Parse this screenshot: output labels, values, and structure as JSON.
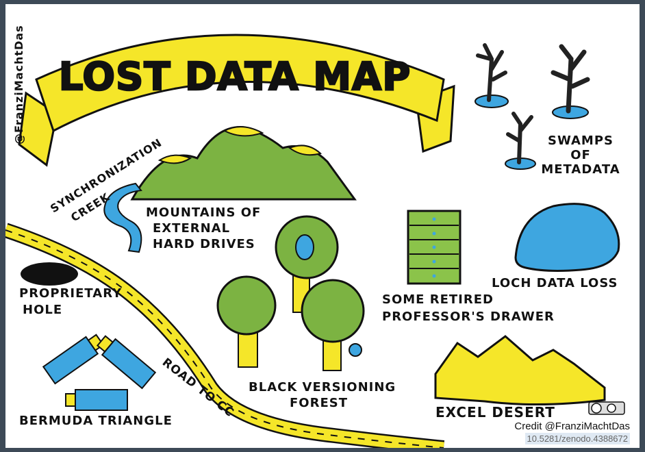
{
  "map": {
    "title": "LOST DATA MAP",
    "author_tag": "@FranziMachtDas",
    "labels": {
      "synchronization_creek_1": "SYNCHRONIZATION",
      "synchronization_creek_2": "CREEK",
      "mountains_1": "MOUNTAINS OF",
      "mountains_2": "EXTERNAL",
      "mountains_3": "HARD DRIVES",
      "swamps_1": "SWAMPS",
      "swamps_2": "OF",
      "swamps_3": "METADATA",
      "loch": "LOCH DATA LOSS",
      "proprietary_1": "PROPRIETARY",
      "proprietary_2": "HOLE",
      "drawer_1": "SOME RETIRED",
      "drawer_2": "PROFESSOR'S DRAWER",
      "forest_1": "BLACK VERSIONING",
      "forest_2": "FOREST",
      "road": "ROAD TO CC",
      "bermuda": "BERMUDA TRIANGLE",
      "excel": "EXCEL DESERT"
    }
  },
  "credit": "Credit @FranziMachtDas",
  "doi": "10.5281/zenodo.4388672",
  "colors": {
    "yellow": "#f5e629",
    "blue": "#3ea6e0",
    "green": "#7cb342",
    "drawer_green": "#8bc34a",
    "trunk": "#222222"
  }
}
